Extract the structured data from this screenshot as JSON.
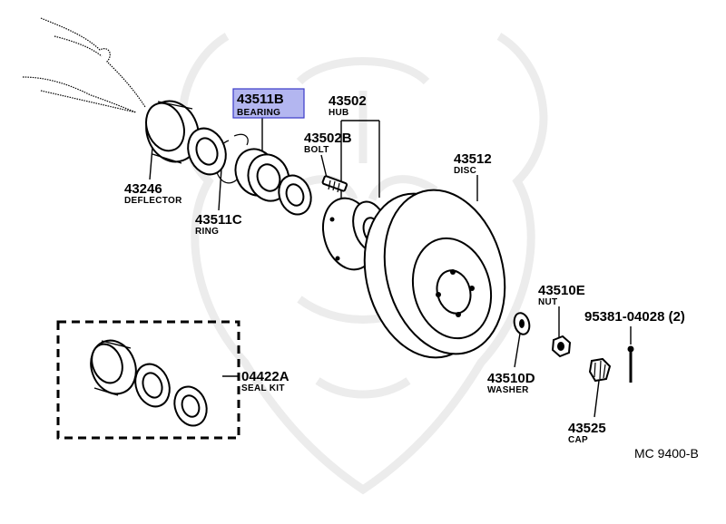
{
  "diagram": {
    "code": "MC 9400-B",
    "parts": [
      {
        "id": "deflector",
        "number": "43246",
        "name": "DEFLECTOR"
      },
      {
        "id": "bearing",
        "number": "43511B",
        "name": "BEARING",
        "highlighted": true
      },
      {
        "id": "ring",
        "number": "43511C",
        "name": "RING"
      },
      {
        "id": "hub",
        "number": "43502",
        "name": "HUB"
      },
      {
        "id": "bolt",
        "number": "43502B",
        "name": "BOLT"
      },
      {
        "id": "disc",
        "number": "43512",
        "name": "DISC"
      },
      {
        "id": "nut",
        "number": "43510E",
        "name": "NUT"
      },
      {
        "id": "cotter-pin",
        "number": "95381-04028 (2)",
        "name": ""
      },
      {
        "id": "washer",
        "number": "43510D",
        "name": "WASHER"
      },
      {
        "id": "cap",
        "number": "43525",
        "name": "CAP"
      },
      {
        "id": "seal-kit",
        "number": "04422A",
        "name": "SEAL KIT"
      }
    ],
    "colors": {
      "highlight_fill": "#b3b6f0",
      "highlight_border": "#3a3ac8",
      "line": "#000000",
      "watermark": "#ececec"
    },
    "icons": [
      "pointing-hand-icon",
      "samurai-mask-watermark"
    ]
  }
}
